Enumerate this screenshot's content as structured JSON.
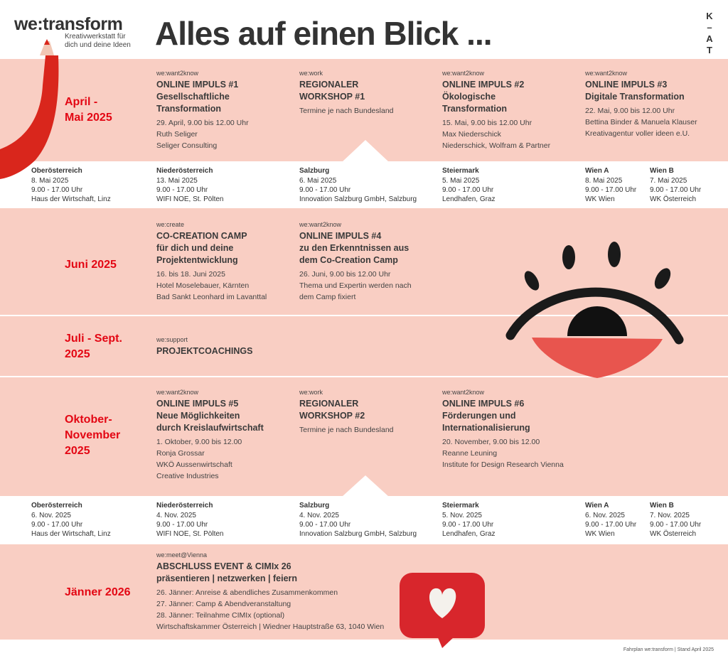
{
  "header": {
    "logo": "we:transform",
    "tagline_1": "Kreativwerkstatt für",
    "tagline_2": "dich und deine Ideen",
    "title": "Alles auf einen Blick ...",
    "kat": [
      "K",
      "–",
      "A",
      "T"
    ]
  },
  "colors": {
    "band": "#f9cec3",
    "accent": "#e30613",
    "text": "#3a3a3a"
  },
  "sections": [
    {
      "month": [
        "April -",
        "Mai 2025"
      ],
      "events": [
        {
          "cat": "we:want2know",
          "title": [
            "ONLINE IMPULS #1",
            "Gesellschaftliche",
            "Transformation"
          ],
          "details": [
            "29. April, 9.00 bis 12.00 Uhr",
            "Ruth Seliger",
            "Seliger Consulting"
          ]
        },
        {
          "cat": "we:work",
          "title": [
            "REGIONALER",
            "WORKSHOP #1"
          ],
          "details": [
            "Termine je nach Bundesland"
          ]
        },
        {
          "cat": "we:want2know",
          "title": [
            "ONLINE IMPULS #2",
            "Ökologische",
            "Transformation"
          ],
          "details": [
            "15. Mai, 9.00 bis 12.00 Uhr",
            "Max Niederschick",
            "Niederschick, Wolfram & Partner"
          ]
        },
        {
          "cat": "we:want2know",
          "title": [
            "ONLINE IMPULS #3",
            "Digitale Transformation"
          ],
          "details": [
            "22. Mai, 9.00 bis 12.00 Uhr",
            "Bettina Binder & Manuela Klauser",
            "Kreativagentur voller ideen e.U."
          ]
        }
      ],
      "regions": [
        {
          "name": "Oberösterreich",
          "date": "8. Mai 2025",
          "time": "9.00 - 17.00 Uhr",
          "place": "Haus der Wirtschaft, Linz"
        },
        {
          "name": "Niederösterreich",
          "date": "13. Mai 2025",
          "time": "9.00 - 17.00 Uhr",
          "place": "WIFI NOE, St. Pölten"
        },
        {
          "name": "Salzburg",
          "date": "6. Mai 2025",
          "time": "9.00 - 17.00 Uhr",
          "place": "Innovation Salzburg GmbH, Salzburg"
        },
        {
          "name": "Steiermark",
          "date": "5. Mai 2025",
          "time": "9.00 - 17.00 Uhr",
          "place": "Lendhafen, Graz"
        },
        {
          "name": "Wien A",
          "date": "8. Mai 2025",
          "time": "9.00 - 17.00 Uhr",
          "place": "WK Wien"
        },
        {
          "name": "Wien B",
          "date": "7. Mai 2025",
          "time": "9.00 - 17.00 Uhr",
          "place": "WK Österreich"
        }
      ]
    },
    {
      "month": [
        "Juni 2025"
      ],
      "events": [
        {
          "cat": "we:create",
          "title": [
            "CO-CREATION CAMP",
            "für dich und deine",
            "Projektentwicklung"
          ],
          "details": [
            "16. bis 18. Juni 2025",
            "Hotel Moselebauer, Kärnten",
            "Bad Sankt Leonhard im Lavanttal"
          ]
        },
        {
          "cat": "we:want2know",
          "title": [
            "ONLINE IMPULS #4",
            "zu den Erkenntnissen aus",
            "dem Co-Creation Camp"
          ],
          "details": [
            "26. Juni, 9.00 bis 12.00 Uhr",
            "Thema und Expertin werden nach",
            "dem Camp fixiert"
          ]
        }
      ]
    },
    {
      "month": [
        "Juli - Sept.",
        "2025"
      ],
      "events": [
        {
          "cat": "we:support",
          "title": [
            "PROJEKTCOACHINGS"
          ],
          "details": []
        }
      ]
    },
    {
      "month": [
        "Oktober-",
        "November",
        "2025"
      ],
      "events": [
        {
          "cat": "we:want2know",
          "title": [
            "ONLINE IMPULS #5",
            "Neue Möglichkeiten",
            "durch Kreislaufwirtschaft"
          ],
          "details": [
            "1. Oktober, 9.00 bis 12.00",
            "Ronja Grossar",
            "WKÖ Aussenwirtschaft",
            "Creative Industries"
          ]
        },
        {
          "cat": "we:work",
          "title": [
            "REGIONALER",
            "WORKSHOP #2"
          ],
          "details": [
            "Termine je nach Bundesland"
          ]
        },
        {
          "cat": "we:want2know",
          "title": [
            "ONLINE IMPULS #6",
            "Förderungen und",
            "Internationalisierung"
          ],
          "details": [
            "20. November, 9.00 bis 12.00",
            "Reanne Leuning",
            "Institute for Design Research Vienna"
          ]
        }
      ],
      "regions": [
        {
          "name": "Oberösterreich",
          "date": "6. Nov. 2025",
          "time": "9.00 - 17.00 Uhr",
          "place": "Haus der Wirtschaft, Linz"
        },
        {
          "name": "Niederösterreich",
          "date": "4. Nov. 2025",
          "time": "9.00 - 17.00 Uhr",
          "place": "WIFI NOE, St. Pölten"
        },
        {
          "name": "Salzburg",
          "date": "4. Nov. 2025",
          "time": "9.00 - 17.00 Uhr",
          "place": "Innovation Salzburg GmbH, Salzburg"
        },
        {
          "name": "Steiermark",
          "date": "5. Nov. 2025",
          "time": "9.00 - 17.00 Uhr",
          "place": "Lendhafen, Graz"
        },
        {
          "name": "Wien A",
          "date": "6. Nov. 2025",
          "time": "9.00 - 17.00 Uhr",
          "place": "WK Wien"
        },
        {
          "name": "Wien B",
          "date": "7. Nov. 2025",
          "time": "9.00 - 17.00 Uhr",
          "place": "WK Österreich"
        }
      ]
    },
    {
      "month": [
        "Jänner 2026"
      ],
      "events": [
        {
          "cat": "we:meet@Vienna",
          "title": [
            "ABSCHLUSS EVENT & CIMIx 26",
            "präsentieren | netzwerken | feiern"
          ],
          "details": [
            "26. Jänner: Anreise & abendliches Zusammenkommen",
            "27. Jänner: Camp & Abendveranstaltung",
            "28. Jänner: Teilnahme CIMIx (optional)",
            "Wirtschaftskammer Österreich | Wiedner Hauptstraße 63, 1040 Wien"
          ]
        }
      ]
    }
  ],
  "footer": "Fahrplan we:transform | Stand April 2025"
}
